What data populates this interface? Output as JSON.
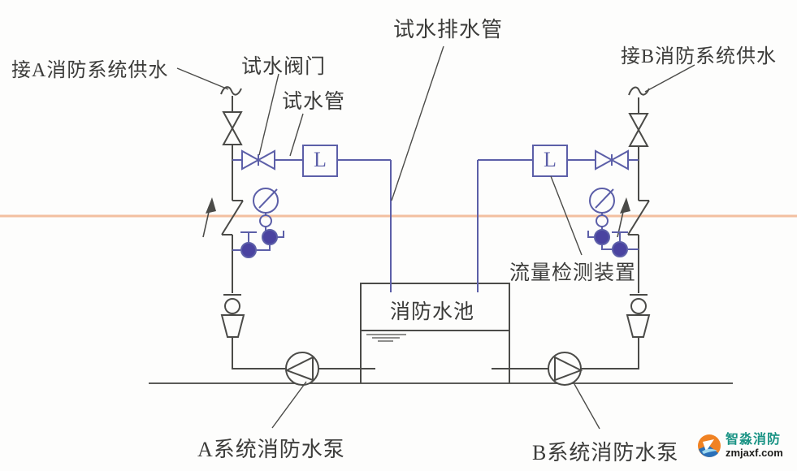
{
  "diagram": {
    "type": "fire-protection-piping-schematic",
    "labels": {
      "supply_a": "接A消防系统供水",
      "test_water_valve": "试水阀门",
      "test_water_pipe": "试水管",
      "test_drain_pipe": "试水排水管",
      "supply_b": "接B消防系统供水",
      "flow_detector": "流量检测装置",
      "fire_water_tank": "消防水池",
      "pump_a": "A系统消防水泵",
      "pump_b": "B系统消防水泵"
    },
    "flow_meter_letter": "L",
    "colors": {
      "pipe_dark": "#4b4b48",
      "test_line_blue": "#5c5fa8",
      "ball_valve_fill": "#4a43a0",
      "scan_line_orange": "#f3c0a0",
      "watermark_teal": "#199384",
      "background": "#fdfdfc"
    },
    "watermark": {
      "name": "智淼消防",
      "site": "zmjaxf.com"
    }
  }
}
